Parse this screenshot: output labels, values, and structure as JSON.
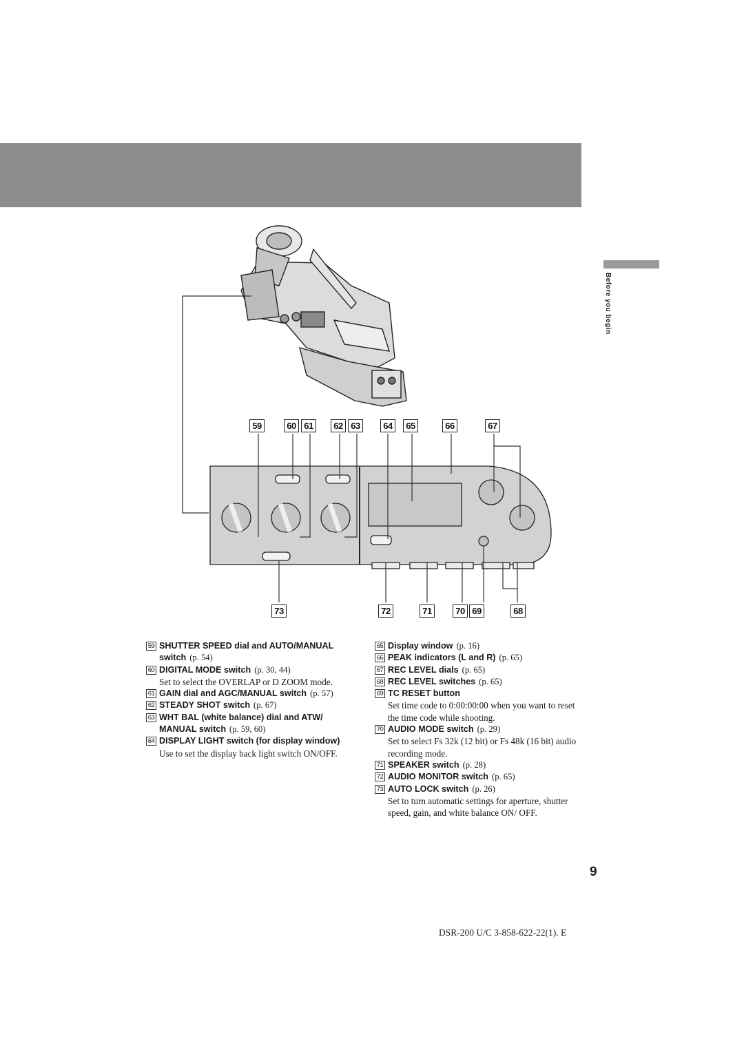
{
  "side_label": "Before you begin",
  "callouts_top": [
    "59",
    "60",
    "61",
    "62",
    "63",
    "64",
    "65",
    "66",
    "67"
  ],
  "callouts_bottom": [
    "73",
    "72",
    "71",
    "70",
    "69",
    "68"
  ],
  "legend_left": [
    {
      "num": "59",
      "name": "SHUTTER SPEED dial and AUTO/MANUAL switch",
      "ref": "(p. 54)",
      "desc": ""
    },
    {
      "num": "60",
      "name": "DIGITAL MODE switch",
      "ref": "(p. 30, 44)",
      "desc": "Set to select the OVERLAP or D ZOOM mode."
    },
    {
      "num": "61",
      "name": "GAIN dial and AGC/MANUAL switch",
      "ref": "(p. 57)",
      "desc": ""
    },
    {
      "num": "62",
      "name": "STEADY SHOT switch",
      "ref": "(p. 67)",
      "desc": ""
    },
    {
      "num": "63",
      "name": "WHT BAL (white balance) dial and ATW/ MANUAL switch",
      "ref": "(p. 59, 60)",
      "desc": ""
    },
    {
      "num": "64",
      "name": "DISPLAY LIGHT switch (for display window)",
      "ref": "",
      "desc": "Use to set the display back light switch ON/OFF."
    }
  ],
  "legend_right": [
    {
      "num": "65",
      "name": "Display window",
      "ref": "(p. 16)",
      "desc": ""
    },
    {
      "num": "66",
      "name": "PEAK indicators (L and R)",
      "ref": "(p. 65)",
      "desc": ""
    },
    {
      "num": "67",
      "name": "REC LEVEL dials",
      "ref": "(p. 65)",
      "desc": ""
    },
    {
      "num": "68",
      "name": "REC LEVEL switches",
      "ref": "(p. 65)",
      "desc": ""
    },
    {
      "num": "69",
      "name": "TC RESET button",
      "ref": "",
      "desc": "Set time code to 0:00:00:00 when you want to reset the time code while shooting."
    },
    {
      "num": "70",
      "name": "AUDIO MODE switch",
      "ref": "(p. 29)",
      "desc": "Set to select Fs 32k (12 bit) or Fs 48k (16 bit) audio recording mode."
    },
    {
      "num": "71",
      "name": "SPEAKER switch",
      "ref": "(p. 28)",
      "desc": ""
    },
    {
      "num": "72",
      "name": "AUDIO MONITOR switch",
      "ref": "(p. 65)",
      "desc": ""
    },
    {
      "num": "73",
      "name": "AUTO LOCK switch",
      "ref": "(p. 26)",
      "desc": "Set to turn automatic settings for aperture, shutter speed, gain, and white balance ON/ OFF."
    }
  ],
  "page_number": "9",
  "footer": "DSR-200 U/C 3-858-622-22(1). E"
}
